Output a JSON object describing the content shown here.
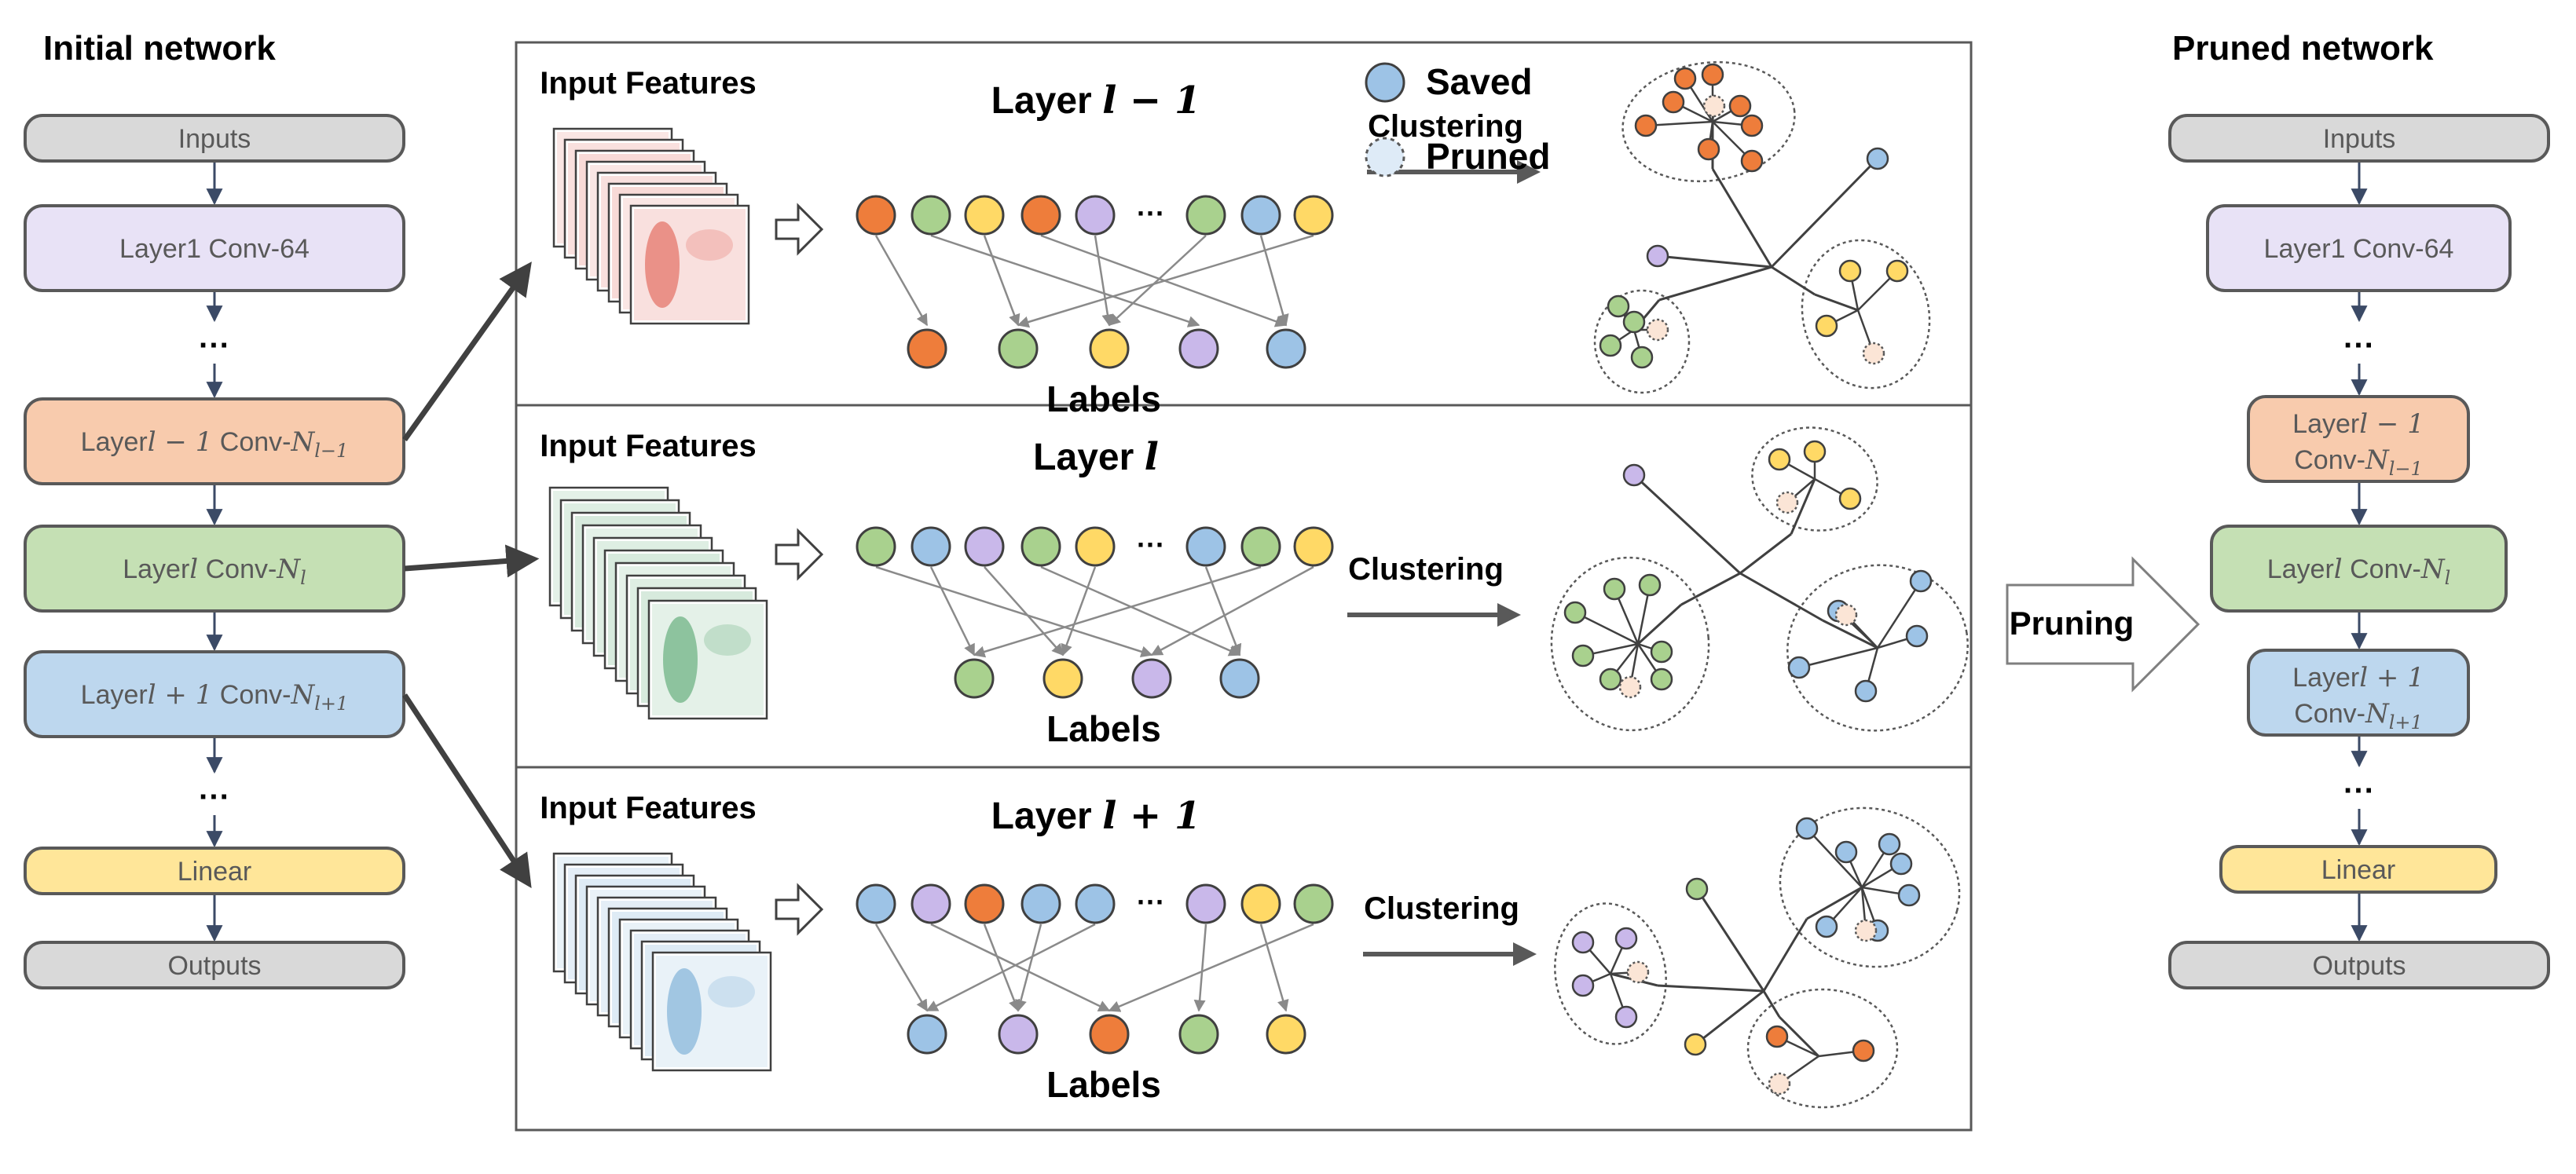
{
  "left_column": {
    "title": "Initial network",
    "blocks": [
      {
        "id": "inputs",
        "label": "Inputs"
      },
      {
        "id": "layer1",
        "label": "Layer1  Conv-64"
      },
      {
        "id": "dots1",
        "label": "···"
      },
      {
        "id": "layer_prev",
        "prefix": "Layer",
        "math": "l − 1",
        "conv": "Conv-",
        "conv_sym": "N",
        "conv_sub": "l−1"
      },
      {
        "id": "layer_cur",
        "prefix": "Layer",
        "math": "l",
        "conv": "Conv-",
        "conv_sym": "N",
        "conv_sub": "l"
      },
      {
        "id": "layer_next",
        "prefix": "Layer",
        "math": "l + 1",
        "conv": "Conv-",
        "conv_sym": "N",
        "conv_sub": "l+1"
      },
      {
        "id": "dots2",
        "label": "···"
      },
      {
        "id": "linear",
        "label": "Linear"
      },
      {
        "id": "outputs",
        "label": "Outputs"
      }
    ]
  },
  "right_column": {
    "title": "Pruned network",
    "blocks": [
      {
        "id": "inputs",
        "label": "Inputs"
      },
      {
        "id": "layer1",
        "label": "Layer1  Conv-64"
      },
      {
        "id": "dots1",
        "label": "···"
      },
      {
        "id": "layer_prev",
        "prefix": "Layer",
        "math": "l − 1",
        "conv": "Conv-",
        "conv_sym": "N",
        "conv_sub": "l−1"
      },
      {
        "id": "layer_cur",
        "prefix": "Layer",
        "math": "l",
        "conv": "Conv-",
        "conv_sym": "N",
        "conv_sub": "l"
      },
      {
        "id": "layer_next",
        "prefix": "Layer",
        "math": "l + 1",
        "conv": "Conv-",
        "conv_sym": "N",
        "conv_sub": "l+1"
      },
      {
        "id": "dots2",
        "label": "···"
      },
      {
        "id": "linear",
        "label": "Linear"
      },
      {
        "id": "outputs",
        "label": "Outputs"
      }
    ]
  },
  "legend": {
    "saved": "Saved",
    "pruned": "Pruned"
  },
  "pruning_arrow_label": "Pruning",
  "panels": [
    {
      "id": "panel-layer-prev",
      "input_label": "Input Features",
      "layer_prefix": "Layer ",
      "layer_math": "l − 1",
      "clustering_label": "Clustering",
      "labels_label": "Labels",
      "ellipsis": "···",
      "feature_color": "#d7301f",
      "top_nodes": [
        "orange",
        "green",
        "yellow",
        "orange",
        "purple",
        "green",
        "blue",
        "yellow"
      ],
      "bottom_nodes": [
        "orange",
        "green",
        "yellow",
        "purple",
        "blue"
      ]
    },
    {
      "id": "panel-layer-cur",
      "input_label": "Input Features",
      "layer_prefix": "Layer ",
      "layer_math": "l",
      "clustering_label": "Clustering",
      "labels_label": "Labels",
      "ellipsis": "···",
      "feature_color": "#238b45",
      "top_nodes": [
        "green",
        "blue",
        "purple",
        "green",
        "yellow",
        "blue",
        "green",
        "yellow"
      ],
      "bottom_nodes": [
        "green",
        "yellow",
        "purple",
        "blue"
      ]
    },
    {
      "id": "panel-layer-next",
      "input_label": "Input Features",
      "layer_prefix": "Layer ",
      "layer_math": "l + 1",
      "clustering_label": "Clustering",
      "labels_label": "Labels",
      "ellipsis": "···",
      "feature_color": "#4a90c8",
      "top_nodes": [
        "blue",
        "purple",
        "orange",
        "blue",
        "blue",
        "purple",
        "yellow",
        "green"
      ],
      "bottom_nodes": [
        "blue",
        "purple",
        "orange",
        "green",
        "yellow"
      ]
    }
  ],
  "colors": {
    "orange": "#ee7d3b",
    "green": "#a9d18e",
    "yellow": "#ffd966",
    "purple": "#c9b8ea",
    "blue": "#9dc3e6",
    "block_gray": "#d9d9d9",
    "block_purple": "#e8e2f6",
    "block_orange": "#f8cbad",
    "block_green": "#c5e0b4",
    "block_blue": "#bdd7ee",
    "block_yellow": "#ffe699"
  }
}
